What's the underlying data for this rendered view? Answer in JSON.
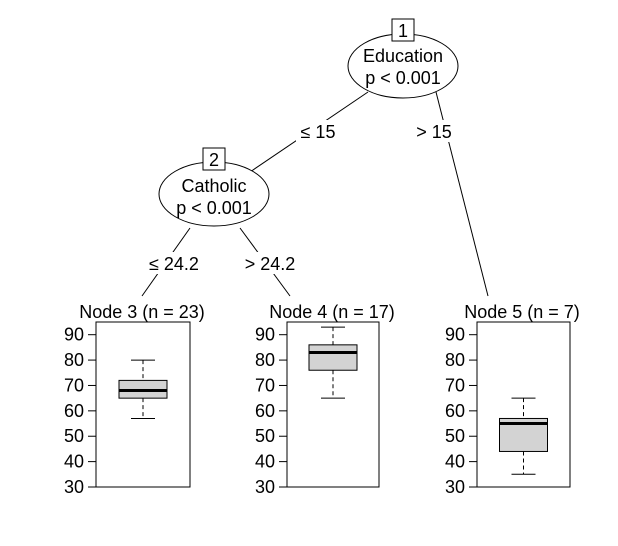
{
  "tree": {
    "inner_nodes": [
      {
        "id": "1",
        "variable": "Education",
        "pvalue": "p < 0.001"
      },
      {
        "id": "2",
        "variable": "Catholic",
        "pvalue": "p < 0.001"
      }
    ],
    "edges": [
      {
        "from": "1",
        "to": "2",
        "label": "≤ 15"
      },
      {
        "from": "1",
        "to": "5",
        "label": "> 15"
      },
      {
        "from": "2",
        "to": "3",
        "label": "≤ 24.2"
      },
      {
        "from": "2",
        "to": "4",
        "label": "> 24.2"
      }
    ],
    "terminal_nodes": [
      {
        "id": "3",
        "title": "Node 3 (n = 23)"
      },
      {
        "id": "4",
        "title": "Node 4 (n = 17)"
      },
      {
        "id": "5",
        "title": "Node 5 (n = 7)"
      }
    ],
    "box_fill": "#d3d3d3"
  },
  "chart_data": [
    {
      "type": "box",
      "title": "Node 3 (n = 23)",
      "ylim": [
        30,
        95
      ],
      "yticks": [
        30,
        40,
        50,
        60,
        70,
        80,
        90
      ],
      "whisker_low": 57,
      "q1": 65,
      "median": 68,
      "q3": 72,
      "whisker_high": 80
    },
    {
      "type": "box",
      "title": "Node 4 (n = 17)",
      "ylim": [
        30,
        95
      ],
      "yticks": [
        30,
        40,
        50,
        60,
        70,
        80,
        90
      ],
      "whisker_low": 65,
      "q1": 76,
      "median": 83,
      "q3": 86,
      "whisker_high": 93
    },
    {
      "type": "box",
      "title": "Node 5 (n = 7)",
      "ylim": [
        30,
        95
      ],
      "yticks": [
        30,
        40,
        50,
        60,
        70,
        80,
        90
      ],
      "whisker_low": 35,
      "q1": 44,
      "median": 55,
      "q3": 57,
      "whisker_high": 65
    }
  ]
}
